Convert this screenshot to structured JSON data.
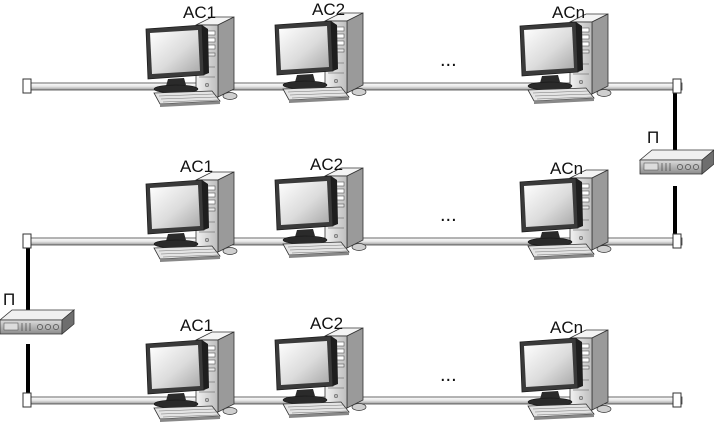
{
  "diagram": {
    "segments": [
      {
        "stations": [
          "AC1",
          "AC2",
          "ACn"
        ],
        "ellipsis": "..."
      },
      {
        "stations": [
          "AC1",
          "AC2",
          "ACn"
        ],
        "ellipsis": "..."
      },
      {
        "stations": [
          "AC1",
          "AC2",
          "ACn"
        ],
        "ellipsis": "..."
      }
    ],
    "repeaters": [
      {
        "label": "П"
      },
      {
        "label": "П"
      }
    ]
  }
}
